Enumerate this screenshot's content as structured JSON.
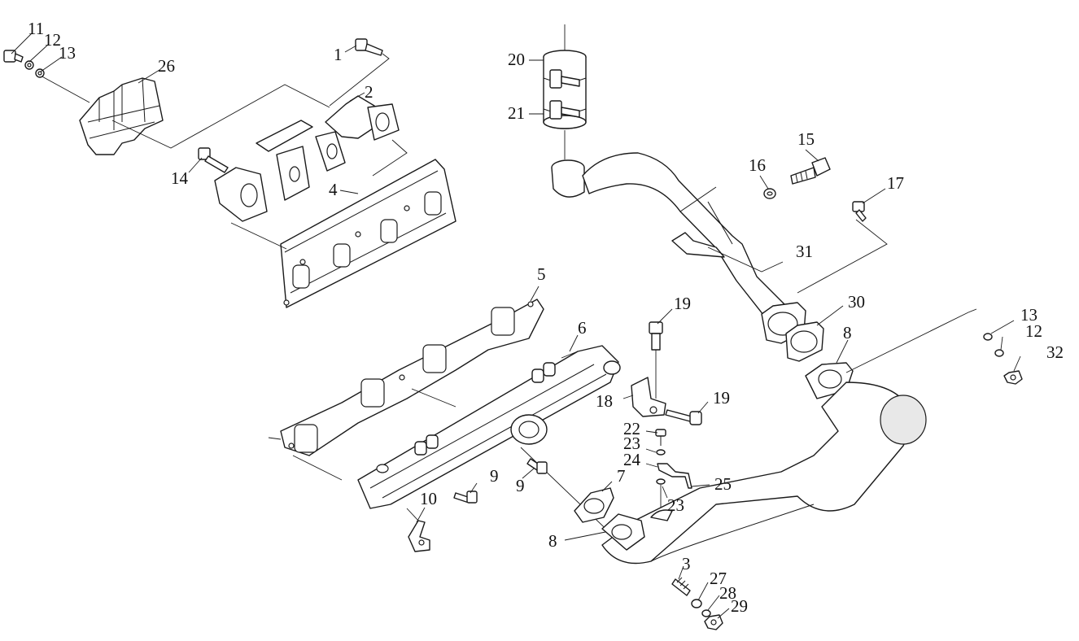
{
  "labels": [
    {
      "id": "lbl-1",
      "text": "1"
    },
    {
      "id": "lbl-2",
      "text": "2"
    },
    {
      "id": "lbl-3",
      "text": "3"
    },
    {
      "id": "lbl-4",
      "text": "4"
    },
    {
      "id": "lbl-5",
      "text": "5"
    },
    {
      "id": "lbl-6",
      "text": "6"
    },
    {
      "id": "lbl-7",
      "text": "7"
    },
    {
      "id": "lbl-8a",
      "text": "8"
    },
    {
      "id": "lbl-8b",
      "text": "8"
    },
    {
      "id": "lbl-9a",
      "text": "9"
    },
    {
      "id": "lbl-9b",
      "text": "9"
    },
    {
      "id": "lbl-10",
      "text": "10"
    },
    {
      "id": "lbl-11",
      "text": "11"
    },
    {
      "id": "lbl-12a",
      "text": "12"
    },
    {
      "id": "lbl-12b",
      "text": "12"
    },
    {
      "id": "lbl-13a",
      "text": "13"
    },
    {
      "id": "lbl-13b",
      "text": "13"
    },
    {
      "id": "lbl-14",
      "text": "14"
    },
    {
      "id": "lbl-15",
      "text": "15"
    },
    {
      "id": "lbl-16",
      "text": "16"
    },
    {
      "id": "lbl-17",
      "text": "17"
    },
    {
      "id": "lbl-18",
      "text": "18"
    },
    {
      "id": "lbl-19a",
      "text": "19"
    },
    {
      "id": "lbl-19b",
      "text": "19"
    },
    {
      "id": "lbl-20",
      "text": "20"
    },
    {
      "id": "lbl-21",
      "text": "21"
    },
    {
      "id": "lbl-22",
      "text": "22"
    },
    {
      "id": "lbl-23a",
      "text": "23"
    },
    {
      "id": "lbl-23b",
      "text": "23"
    },
    {
      "id": "lbl-24",
      "text": "24"
    },
    {
      "id": "lbl-25",
      "text": "25"
    },
    {
      "id": "lbl-26",
      "text": "26"
    },
    {
      "id": "lbl-27",
      "text": "27"
    },
    {
      "id": "lbl-28",
      "text": "28"
    },
    {
      "id": "lbl-29",
      "text": "29"
    },
    {
      "id": "lbl-30",
      "text": "30"
    },
    {
      "id": "lbl-31",
      "text": "31"
    },
    {
      "id": "lbl-32",
      "text": "32"
    }
  ]
}
